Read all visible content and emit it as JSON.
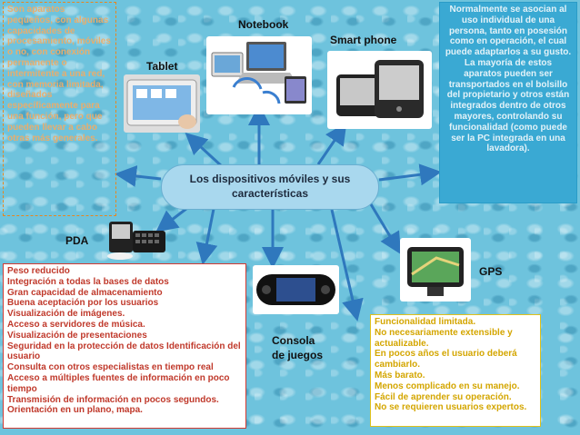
{
  "center": {
    "title": "Los dispositivos móviles y sus características"
  },
  "nodes": {
    "notebook": "Notebook",
    "smartphone": "Smart phone",
    "tablet": "Tablet",
    "pda": "PDA",
    "gps": "GPS",
    "console": "Consola de juegos"
  },
  "left_box": {
    "text": "Son aparatos pequeños, con algunas capacidades de procesamiento, móviles o no, con conexión permanente o intermitente a una red, con memoria limitada, diseñados específicamente para una función, pero que pueden llevar a cabo otras más generales."
  },
  "right_box": {
    "text": "Normalmente se asocian al uso individual de una persona, tanto en posesión como en operación, el cual puede adaptarlos a su gusto. La mayoría de estos aparatos pueden ser transportados en el bolsillo del propietario y otros están integrados dentro de otros mayores, controlando su funcionalidad (como puede ser la PC integrada en una lavadora)."
  },
  "red_box": {
    "lines": [
      "Peso reducido",
      "Integración a todas la bases de datos",
      "Gran capacidad de almacenamiento",
      "Buena aceptación por los usuarios",
      "Visualización de imágenes.",
      "Acceso a servidores de música.",
      "Visualización de presentaciones",
      "Seguridad en la protección de datos Identificación del usuario",
      " Consulta con otros especialistas en tiempo real",
      " Acceso a múltiples fuentes de información en poco tiempo",
      "Transmisión de información en pocos segundos.",
      "Orientación en un plano, mapa."
    ]
  },
  "yellow_box": {
    "lines": [
      "Funcionalidad limitada.",
      "No necesariamente extensible y actualizable.",
      "En pocos años el usuario deberá cambiarlo.",
      "Más barato.",
      "Menos complicado en su manejo.",
      "Fácil de aprender su operación.",
      "No se requieren usuarios expertos."
    ]
  },
  "colors": {
    "background": "#6ec3dd",
    "arrow": "#2f78bd",
    "center_fill": "#a9d8ee",
    "red_text": "#c0392b",
    "yellow_text": "#d4a600",
    "orange_text": "#e9ad6c"
  }
}
